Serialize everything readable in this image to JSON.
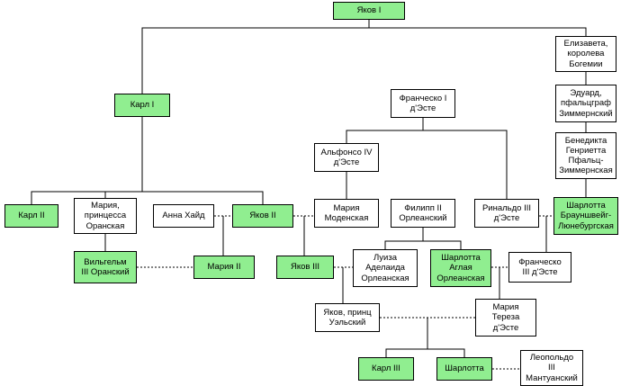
{
  "legend": {
    "highlight_color": "#90EE90",
    "default_fill": "#FFFFFF",
    "border_color": "#000000",
    "line_color": "#000000"
  },
  "nodes": [
    {
      "id": "yakov-i",
      "label": "Яков I",
      "highlighted": true
    },
    {
      "id": "elizaveta",
      "label": "Елизавета,\nкоролева\nБогемии",
      "highlighted": false
    },
    {
      "id": "karl-i",
      "label": "Карл I",
      "highlighted": true
    },
    {
      "id": "francesco-i",
      "label": "Франческо I\nд'Эсте",
      "highlighted": false
    },
    {
      "id": "eduard",
      "label": "Эдуард,\nпфальцграф\nЗиммернский",
      "highlighted": false
    },
    {
      "id": "alfonso-iv",
      "label": "Альфонсо IV\nд'Эсте",
      "highlighted": false
    },
    {
      "id": "benedikta",
      "label": "Бенедикта\nГенриетта\nПфальц-\nЗиммернская",
      "highlighted": false
    },
    {
      "id": "karl-ii",
      "label": "Карл II",
      "highlighted": true
    },
    {
      "id": "maria-oranskaya",
      "label": "Мария,\nпринцесса\nОранская",
      "highlighted": false
    },
    {
      "id": "anna-hyde",
      "label": "Анна Хайд",
      "highlighted": false
    },
    {
      "id": "yakov-ii",
      "label": "Яков II",
      "highlighted": true
    },
    {
      "id": "maria-modenskaya",
      "label": "Мария\nМоденская",
      "highlighted": false
    },
    {
      "id": "philipp-ii",
      "label": "Филипп II\nОрлеанский",
      "highlighted": false
    },
    {
      "id": "rinaldo-iii",
      "label": "Ринальдо III\nд'Эсте",
      "highlighted": false
    },
    {
      "id": "charlotte-braunschweig",
      "label": "Шарлотта\nБрауншвейг-\nЛюнебургская",
      "highlighted": true
    },
    {
      "id": "wilhelm-iii",
      "label": "Вильгельм\nIII Оранский",
      "highlighted": true
    },
    {
      "id": "maria-ii",
      "label": "Мария II",
      "highlighted": true
    },
    {
      "id": "yakov-iii",
      "label": "Яков III",
      "highlighted": true
    },
    {
      "id": "louise-adelaide",
      "label": "Луиза\nАделаида\nОрлеанская",
      "highlighted": false
    },
    {
      "id": "charlotte-aglaya",
      "label": "Шарлотта\nАглая\nОрлеанская",
      "highlighted": true
    },
    {
      "id": "francesco-iii",
      "label": "Франческо\nIII д'Эсте",
      "highlighted": false
    },
    {
      "id": "yakov-wales",
      "label": "Яков, принц\nУэльский",
      "highlighted": false
    },
    {
      "id": "maria-teresa",
      "label": "Мария\nТереза\nд'Эсте",
      "highlighted": false
    },
    {
      "id": "karl-iii",
      "label": "Карл III",
      "highlighted": true
    },
    {
      "id": "charlotte",
      "label": "Шарлотта",
      "highlighted": true
    },
    {
      "id": "leopoldo-iii",
      "label": "Леопольдо\nIII\nМантуанский",
      "highlighted": false
    }
  ],
  "relationships": {
    "marriages": [
      [
        "yakov-ii",
        "anna-hyde"
      ],
      [
        "yakov-ii",
        "maria-modenskaya"
      ],
      [
        "wilhelm-iii",
        "maria-ii"
      ],
      [
        "rinaldo-iii",
        "charlotte-braunschweig"
      ],
      [
        "yakov-iii",
        "louise-adelaide"
      ],
      [
        "charlotte-aglaya",
        "francesco-iii"
      ],
      [
        "yakov-wales",
        "maria-teresa"
      ],
      [
        "charlotte",
        "leopoldo-iii"
      ]
    ],
    "descents": [
      {
        "parents": [
          "yakov-i"
        ],
        "child": "karl-i"
      },
      {
        "parents": [
          "yakov-i"
        ],
        "child": "elizaveta"
      },
      {
        "parents": [
          "elizaveta"
        ],
        "child": "eduard"
      },
      {
        "parents": [
          "eduard"
        ],
        "child": "benedikta"
      },
      {
        "parents": [
          "benedikta"
        ],
        "child": "charlotte-braunschweig"
      },
      {
        "parents": [
          "karl-i"
        ],
        "child": "karl-ii"
      },
      {
        "parents": [
          "karl-i"
        ],
        "child": "maria-oranskaya"
      },
      {
        "parents": [
          "karl-i"
        ],
        "child": "yakov-ii"
      },
      {
        "parents": [
          "maria-oranskaya"
        ],
        "child": "wilhelm-iii"
      },
      {
        "parents": [
          "francesco-i"
        ],
        "child": "alfonso-iv"
      },
      {
        "parents": [
          "francesco-i"
        ],
        "child": "rinaldo-iii"
      },
      {
        "parents": [
          "alfonso-iv"
        ],
        "child": "maria-modenskaya"
      },
      {
        "parents": [
          "yakov-ii",
          "anna-hyde"
        ],
        "child": "maria-ii"
      },
      {
        "parents": [
          "yakov-ii",
          "maria-modenskaya"
        ],
        "child": "yakov-iii"
      },
      {
        "parents": [
          "philipp-ii"
        ],
        "child": "louise-adelaide"
      },
      {
        "parents": [
          "philipp-ii"
        ],
        "child": "charlotte-aglaya"
      },
      {
        "parents": [
          "rinaldo-iii",
          "charlotte-braunschweig"
        ],
        "child": "francesco-iii"
      },
      {
        "parents": [
          "francesco-iii",
          "charlotte-aglaya"
        ],
        "child": "maria-teresa"
      },
      {
        "parents": [
          "yakov-iii",
          "louise-adelaide"
        ],
        "child": "yakov-wales"
      },
      {
        "parents": [
          "yakov-wales",
          "maria-teresa"
        ],
        "child": "karl-iii"
      },
      {
        "parents": [
          "yakov-wales",
          "maria-teresa"
        ],
        "child": "charlotte"
      }
    ]
  }
}
